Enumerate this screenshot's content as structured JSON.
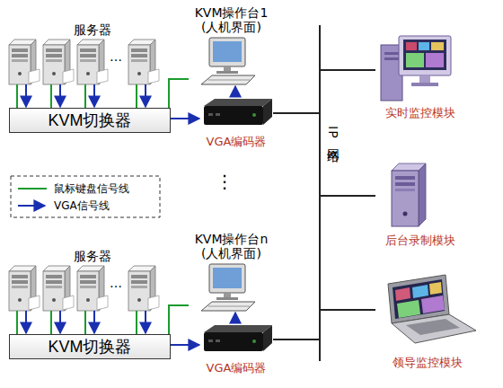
{
  "diagram": {
    "nodes": [
      {
        "text": [
          "KVM切换器"
        ]
      },
      {
        "text": [
          "KVM操作台1",
          "(人机界面)"
        ]
      },
      {
        "text": [
          "VGA编码器"
        ]
      },
      {
        "text": [
          "KVM切换器"
        ]
      },
      {
        "text": [
          "KVM操作台n",
          "(人机界面)"
        ]
      },
      {
        "text": [
          "VGA编码器"
        ]
      },
      {
        "text": [
          "IP网络"
        ]
      },
      {
        "text": [
          "实时监控模块"
        ]
      },
      {
        "text": [
          "后台录制模块"
        ]
      },
      {
        "text": [
          "领导监控模块"
        ]
      }
    ],
    "edges": [
      {
        "from": 0,
        "to": 2,
        "arrow": "to"
      },
      {
        "from": 2,
        "to": 1,
        "arrow": "to"
      },
      {
        "from": 1,
        "to": 0,
        "arrow": "none"
      },
      {
        "from": 2,
        "to": 6,
        "arrow": "none"
      },
      {
        "from": 3,
        "to": 5,
        "arrow": "to"
      },
      {
        "from": 5,
        "to": 4,
        "arrow": "to"
      },
      {
        "from": 4,
        "to": 3,
        "arrow": "none"
      },
      {
        "from": 5,
        "to": 6,
        "arrow": "none"
      },
      {
        "from": 6,
        "to": 7,
        "arrow": "none"
      },
      {
        "from": 6,
        "to": 8,
        "arrow": "none"
      },
      {
        "from": 6,
        "to": 9,
        "arrow": "none"
      }
    ],
    "labels": [
      "服务器",
      "…",
      "⋮",
      "服务器",
      "…"
    ],
    "legend": [
      {
        "text": "鼠标键盘信号线"
      },
      {
        "text": "VGA信号线"
      }
    ]
  }
}
